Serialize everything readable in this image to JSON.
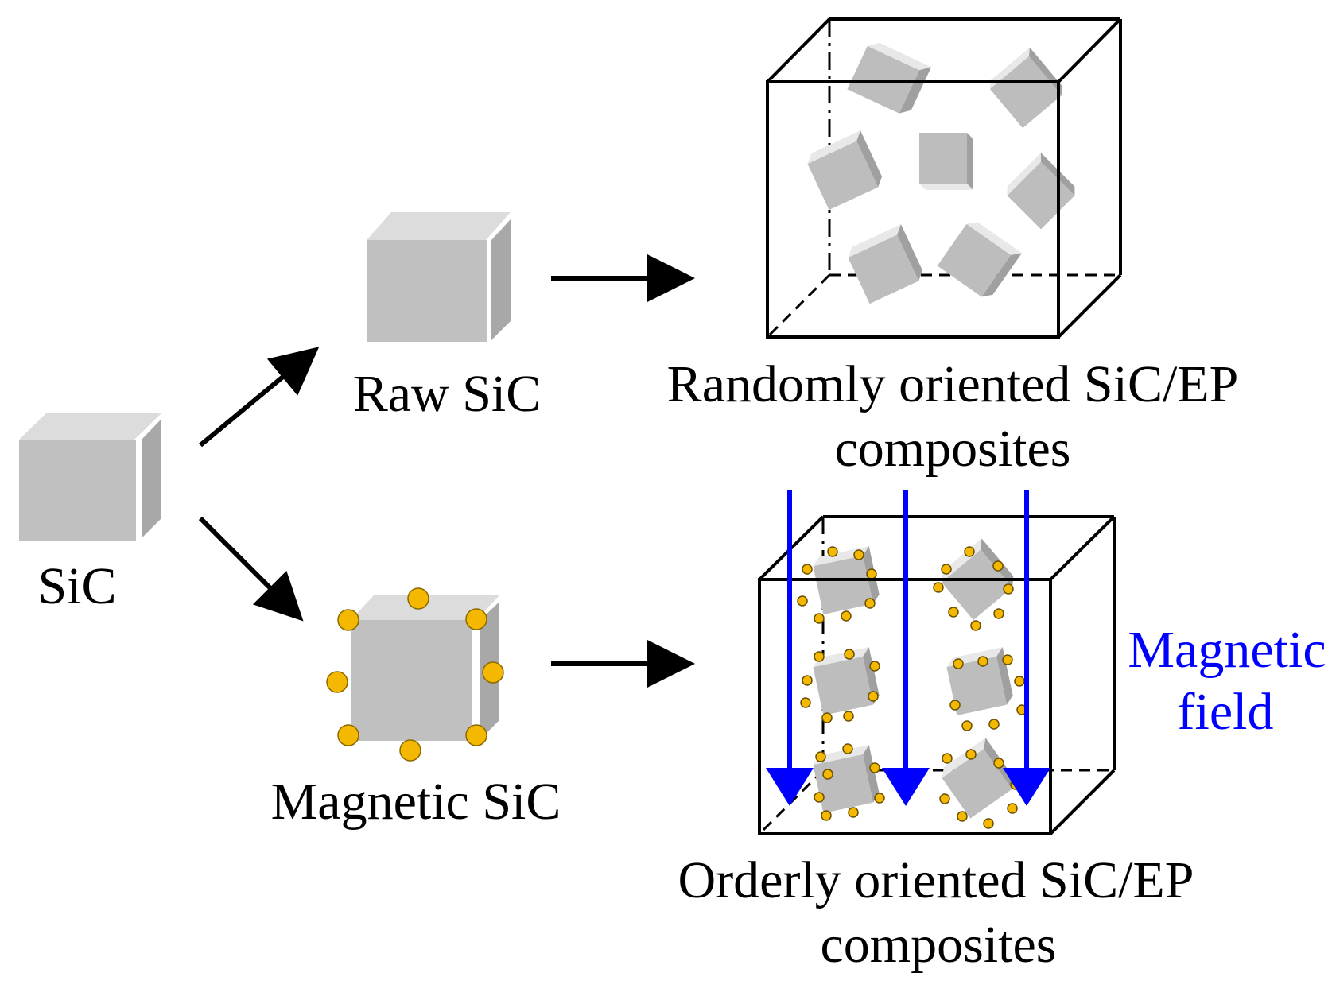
{
  "labels": {
    "sic": "SiC",
    "raw_sic": "Raw SiC",
    "magnetic_sic": "Magnetic SiC",
    "random_line1": "Randomly oriented SiC/EP",
    "random_line2": "composites",
    "orderly_line1": "Orderly oriented SiC/EP",
    "orderly_line2": "composites",
    "field_line1": "Magnetic",
    "field_line2": "field"
  },
  "colors": {
    "cube_front": "#c0c0c0",
    "cube_top": "#dcdcdc",
    "cube_side": "#a8a8a8",
    "particle": "#f5b800",
    "field_arrow": "#0000ff",
    "ink": "#000000"
  }
}
